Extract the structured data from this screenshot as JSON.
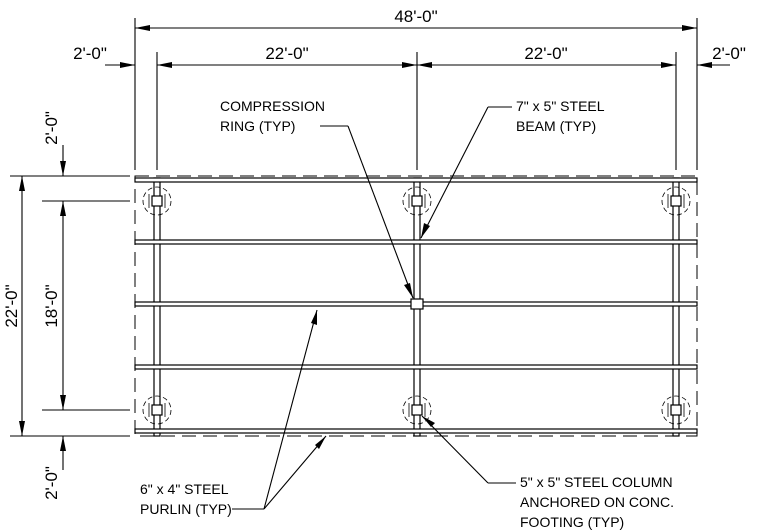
{
  "dimensions": {
    "overall_width": "48'-0\"",
    "left_overhang": "2'-0\"",
    "left_bay": "22'-0\"",
    "right_bay": "22'-0\"",
    "right_overhang": "2'-0\"",
    "overall_depth": "22'-0\"",
    "column_span": "18'-0\"",
    "top_overhang": "2'-0\"",
    "bottom_overhang": "2'-0\""
  },
  "callouts": {
    "compression_ring": [
      "COMPRESSION",
      "RING (TYP)"
    ],
    "steel_beam": [
      "7\" x 5\" STEEL",
      "BEAM (TYP)"
    ],
    "steel_purlin": [
      "6\" x 4\" STEEL",
      "PURLIN (TYP)"
    ],
    "steel_column": [
      "5\" x 5\" STEEL COLUMN",
      "ANCHORED ON CONC.",
      "FOOTING (TYP)"
    ]
  }
}
